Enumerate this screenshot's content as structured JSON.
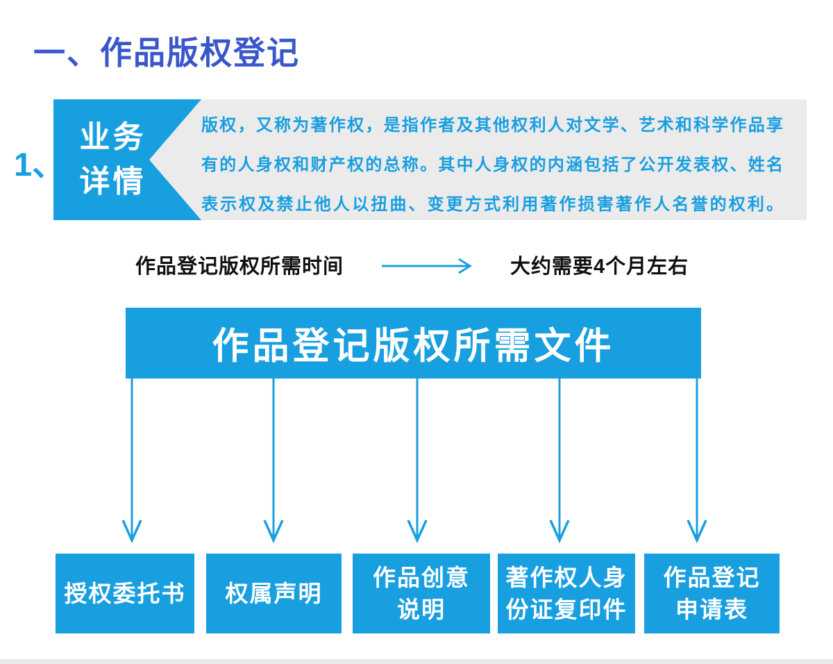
{
  "colors": {
    "primary_blue": "#189FE0",
    "heading_blue": "#3A56CB",
    "panel_gray": "#EBEBEB",
    "strip_gray": "#EAEAEA",
    "text_black": "#101010"
  },
  "page": {
    "heading": "一、作品版权登记",
    "item_number": "1、"
  },
  "business": {
    "tab_label": "业务\n详情",
    "description_lines": [
      "版权，又称为著作权，是指作者及其他权利人对文学、艺术和科学作品享",
      "有的人身权和财产权的总称。其中人身权的内涵包括了公开发表权、姓名",
      "表示权及禁止他人以扭曲、变更方式利用著作损害著作人名誉的权利。"
    ]
  },
  "time_row": {
    "label": "作品登记版权所需时间",
    "value": "大约需要4个月左右"
  },
  "files_banner": {
    "title": "作品登记版权所需文件"
  },
  "documents": [
    {
      "label": "授权委托书"
    },
    {
      "label": "权属声明"
    },
    {
      "label": "作品创意\n说明"
    },
    {
      "label": "著作权人身\n份证复印件"
    },
    {
      "label": "作品登记\n申请表"
    }
  ],
  "icons": {
    "right_arrow": "right-arrow-icon",
    "down_arrow": "down-arrow-icon"
  }
}
